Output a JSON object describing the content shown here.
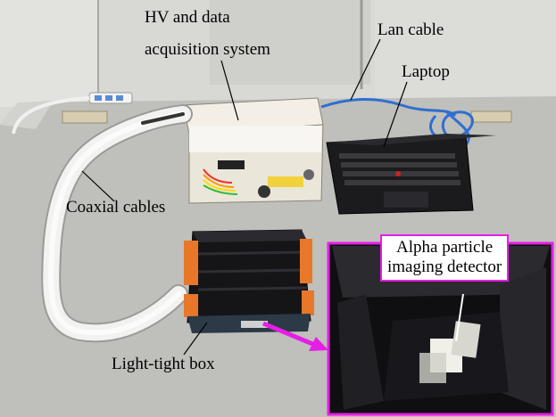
{
  "labels": {
    "hv_line1": "HV and data",
    "hv_line2": "acquisition system",
    "lan_cable": "Lan cable",
    "laptop": "Laptop",
    "coaxial_cables": "Coaxial cables",
    "light_tight_box": "Light-tight box",
    "detector_line1": "Alpha particle",
    "detector_line2": "imaging detector"
  },
  "colors": {
    "highlight_magenta": "#e61ee6",
    "table_gray": "#bdbdb9",
    "wall_gray": "#d9d9d6",
    "lan_cable_blue": "#2f6fd0",
    "instrument_beige": "#efeadf",
    "box_orange": "#e8772a"
  }
}
